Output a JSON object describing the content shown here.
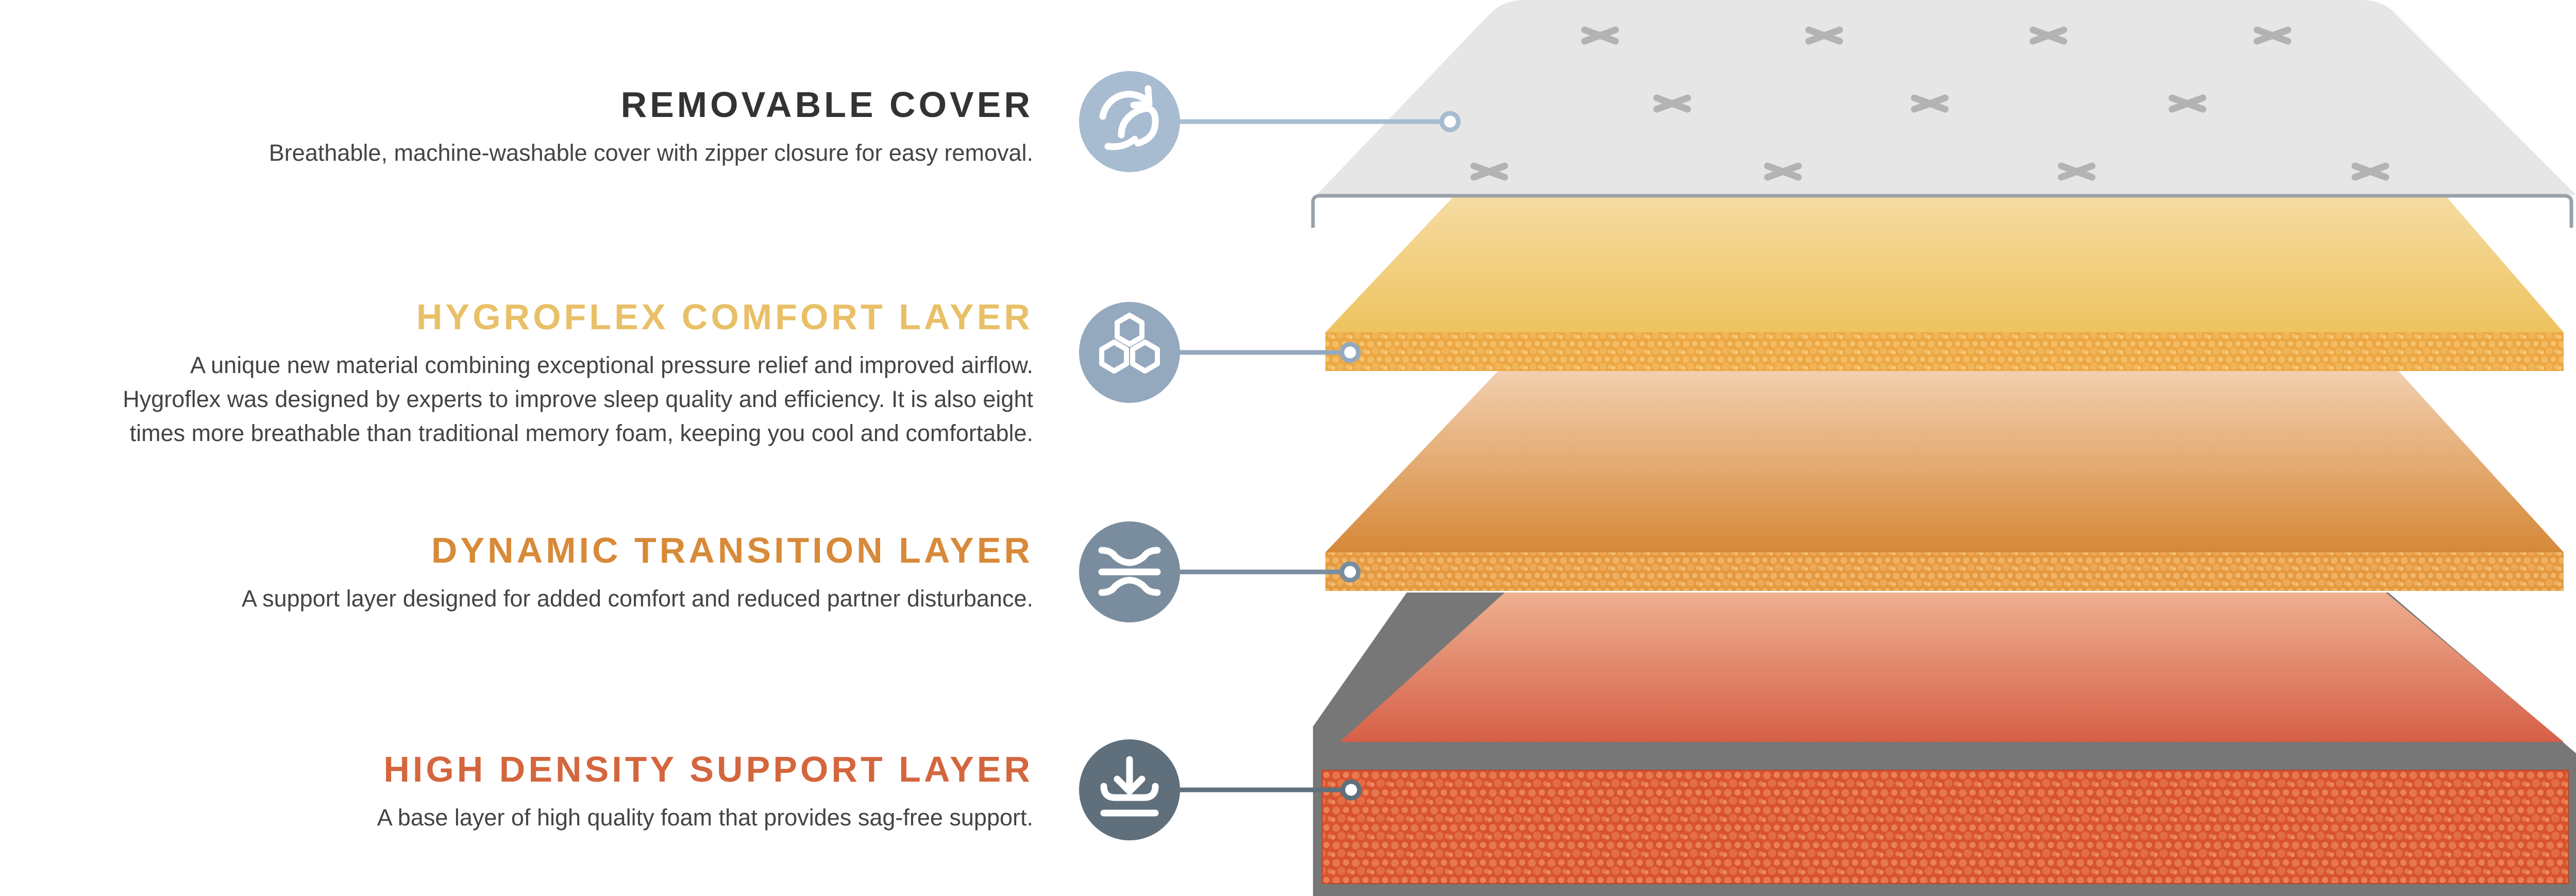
{
  "layers": [
    {
      "id": "cover",
      "title": "REMOVABLE COVER",
      "title_color": "#333333",
      "desc_lines": [
        "Breathable, machine-washable cover with zipper closure for easy removal."
      ],
      "icon": "washable-cover-icon",
      "badge_color": "#a7bcd0"
    },
    {
      "id": "comfort",
      "title": "HYGROFLEX COMFORT LAYER",
      "title_color": "#e9c067",
      "desc_lines": [
        "A unique new material combining exceptional pressure relief and improved airflow.",
        "Hygroflex was designed by experts to improve sleep quality and efficiency. It is also eight",
        "times more breathable than traditional memory foam, keeping you cool and comfortable."
      ],
      "icon": "hexagon-cells-icon",
      "badge_color": "#94a9be"
    },
    {
      "id": "transition",
      "title": "DYNAMIC TRANSITION LAYER",
      "title_color": "#d88a39",
      "desc_lines": [
        "A support layer designed for added comfort and reduced partner disturbance."
      ],
      "icon": "wave-layers-icon",
      "badge_color": "#7a8d9f"
    },
    {
      "id": "support",
      "title": "HIGH DENSITY SUPPORT LAYER",
      "title_color": "#d4663e",
      "desc_lines": [
        "A base layer of high quality foam that provides sag-free support."
      ],
      "icon": "download-tray-icon",
      "badge_color": "#5f6f7c"
    }
  ],
  "colors": {
    "cover_top": "#e6e6e6",
    "cover_stitch": "#b3b3b3",
    "comfort_gradient": [
      "#f6dca3",
      "#eec35f"
    ],
    "comfort_edge": "#eca743",
    "transition_gradient": [
      "#f2d0b0",
      "#d68838"
    ],
    "transition_edge": "#e59c4a",
    "support_gradient": [
      "#eeb090",
      "#d65f47"
    ],
    "support_edge": "#da5a33",
    "support_frame": "#777777"
  }
}
